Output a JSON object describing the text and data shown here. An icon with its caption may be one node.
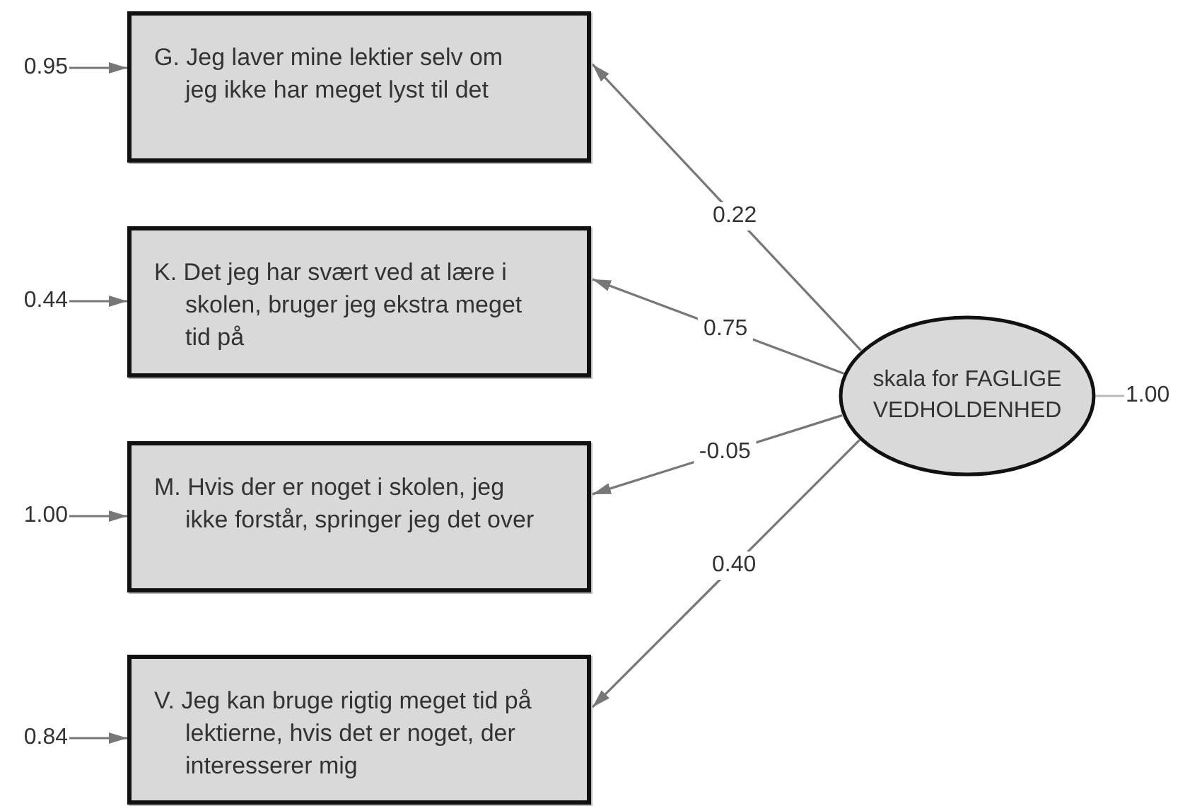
{
  "diagram": {
    "nodes": [
      {
        "text": [
          "G. Jeg laver mine lektier selv om jeg ikke har meget lyst til det"
        ]
      },
      {
        "text": [
          "K. Det jeg har svært ved at lære i skolen, bruger jeg ekstra meget tid på"
        ]
      },
      {
        "text": [
          "M. Hvis der er noget i skolen, jeg ikke forstår, springer jeg det over"
        ]
      },
      {
        "text": [
          "V. Jeg kan bruge rigtig meget tid på lektierne, hvis det er noget, der interesserer mig"
        ]
      },
      {
        "text": [
          "skala for FAGLIGE VEDHOLDENHED"
        ]
      },
      {
        "text": [
          "0.95"
        ]
      },
      {
        "text": [
          "0.44"
        ]
      },
      {
        "text": [
          "1.00"
        ]
      },
      {
        "text": [
          "0.84"
        ]
      },
      {
        "text": [
          "1.00"
        ]
      }
    ],
    "edges": [
      {
        "from": 5,
        "to": 0,
        "arrow": "to"
      },
      {
        "from": 6,
        "to": 1,
        "arrow": "to"
      },
      {
        "from": 7,
        "to": 2,
        "arrow": "to"
      },
      {
        "from": 8,
        "to": 3,
        "arrow": "to"
      },
      {
        "from": 4,
        "to": 0,
        "arrow": "to",
        "label": "0.22"
      },
      {
        "from": 4,
        "to": 1,
        "arrow": "to",
        "label": "0.75"
      },
      {
        "from": 4,
        "to": 2,
        "arrow": "to",
        "label": "-0.05"
      },
      {
        "from": 4,
        "to": 3,
        "arrow": "to",
        "label": "0.40"
      },
      {
        "from": 9,
        "to": 4,
        "arrow": "none",
        "color": "#bbbbbb"
      }
    ]
  }
}
